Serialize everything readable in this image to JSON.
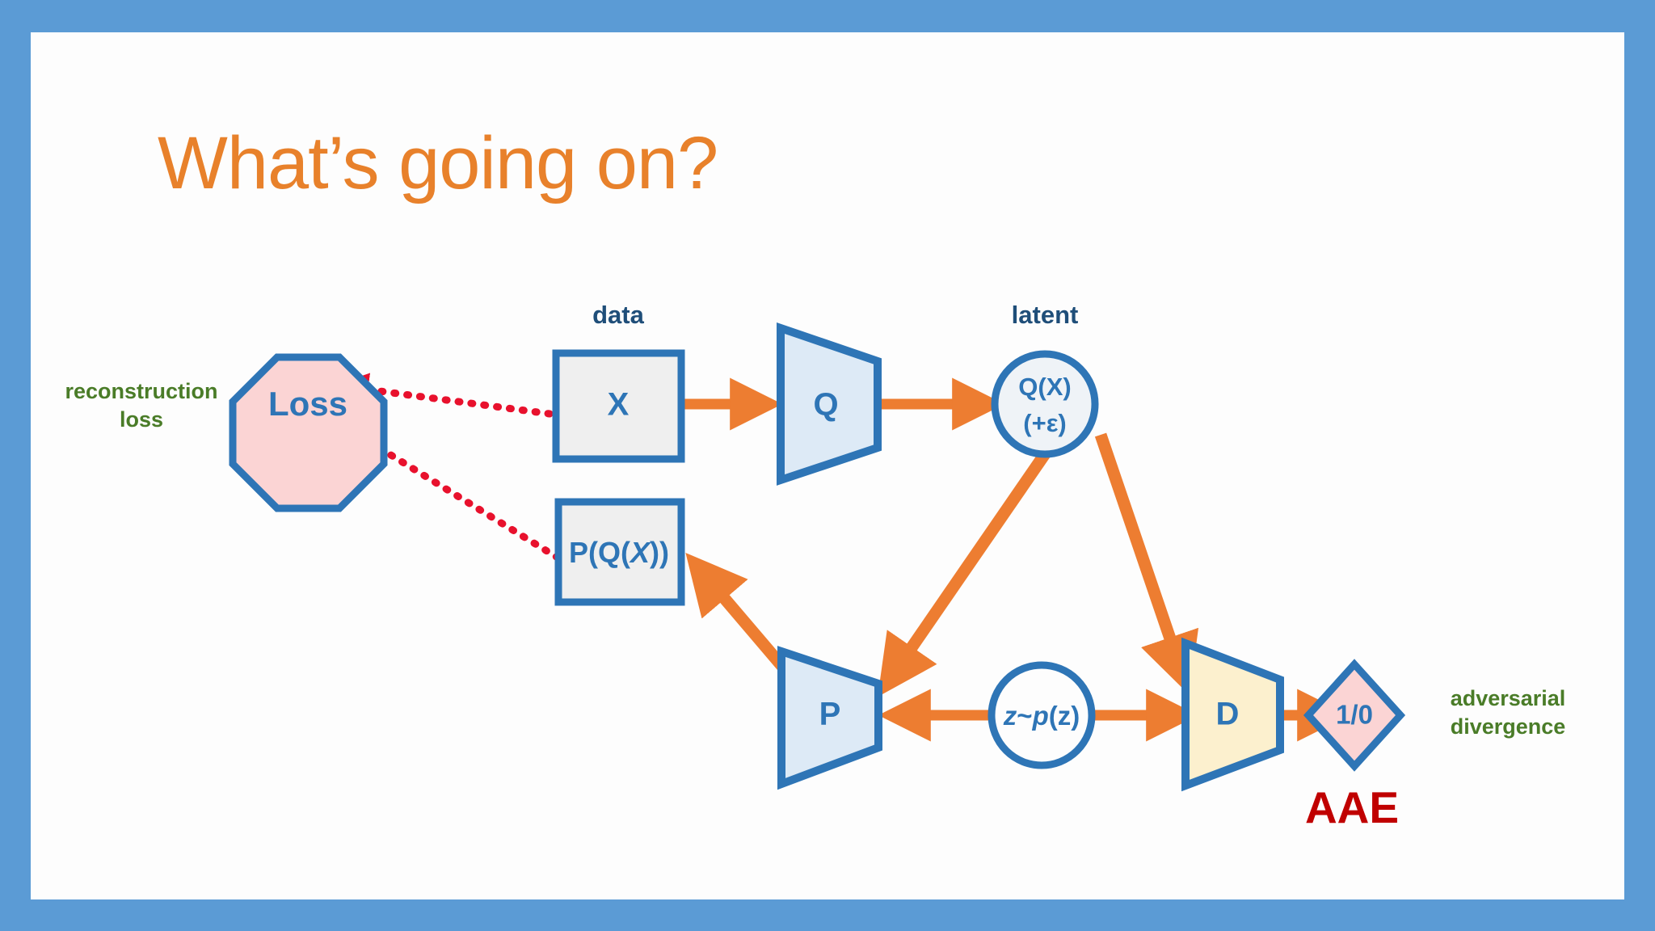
{
  "slide": {
    "title": "What’s going on?",
    "border_color": "#5B9BD5",
    "background_color": "#FDFDFD",
    "title_color": "#E8812B"
  },
  "labels": {
    "data": "data",
    "latent": "latent",
    "reconstruction_line1": "reconstruction",
    "reconstruction_line2": "loss",
    "adversarial_line1": "adversarial",
    "adversarial_line2": "divergence",
    "aae": "AAE"
  },
  "nodes": {
    "loss": {
      "text": "Loss",
      "shape": "octagon",
      "fill": "#FBD4D4",
      "stroke": "#2E75B6"
    },
    "x": {
      "text": "X",
      "shape": "rectangle",
      "fill": "#EFEFEF",
      "stroke": "#2E75B6"
    },
    "q": {
      "text": "Q",
      "shape": "trapezoid",
      "fill": "#DDEAF6",
      "stroke": "#2E75B6"
    },
    "qx": {
      "line1": "Q(X)",
      "line2": "(+ε)",
      "shape": "circle",
      "fill": "#EFF3F7",
      "stroke": "#2E75B6"
    },
    "pqx": {
      "text_a": "P(Q(",
      "text_b": "X",
      "text_c": "))",
      "shape": "rectangle",
      "fill": "#EFEFEF",
      "stroke": "#2E75B6"
    },
    "p": {
      "text": "P",
      "shape": "trapezoid",
      "fill": "#DDEAF6",
      "stroke": "#2E75B6"
    },
    "zp": {
      "text_a": "z",
      "text_b": "~",
      "text_c": "p",
      "text_d": "(z)",
      "shape": "circle",
      "fill": "none",
      "stroke": "#2E75B6"
    },
    "d": {
      "text": "D",
      "shape": "trapezoid",
      "fill": "#FCF0CE",
      "stroke": "#2E75B6"
    },
    "onezero": {
      "text": "1/0",
      "shape": "diamond",
      "fill": "#FBD4D4",
      "stroke": "#2E75B6"
    }
  },
  "edges": {
    "solid_color": "#ED7D31",
    "dotted_color": "#E8112D",
    "list": [
      {
        "name": "x-to-q",
        "from": "x",
        "to": "q",
        "style": "solid"
      },
      {
        "name": "q-to-qx",
        "from": "q",
        "to": "qx",
        "style": "solid"
      },
      {
        "name": "qx-to-p",
        "from": "qx",
        "to": "p",
        "style": "solid"
      },
      {
        "name": "qx-to-d",
        "from": "qx",
        "to": "d",
        "style": "solid"
      },
      {
        "name": "p-to-pqx",
        "from": "p",
        "to": "pqx",
        "style": "solid"
      },
      {
        "name": "zp-to-p",
        "from": "zp",
        "to": "p",
        "style": "solid"
      },
      {
        "name": "zp-to-d",
        "from": "zp",
        "to": "d",
        "style": "solid"
      },
      {
        "name": "d-to-onezero",
        "from": "d",
        "to": "onezero",
        "style": "solid"
      },
      {
        "name": "x-to-loss",
        "from": "x",
        "to": "loss",
        "style": "dotted"
      },
      {
        "name": "pqx-to-loss",
        "from": "pqx",
        "to": "loss",
        "style": "dotted"
      }
    ]
  }
}
